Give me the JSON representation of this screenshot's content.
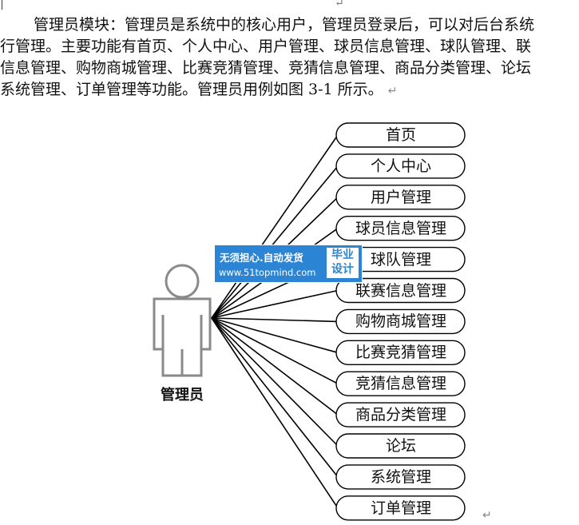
{
  "document": {
    "paragraph_lines": [
      "管理员模块：管理员是系统中的核心用户，管理员登录后，可以对后台系统",
      "行管理。主要功能有首页、个人中心、用户管理、球员信息管理、球队管理、联",
      "信息管理、购物商城管理、比赛竞猜管理、竞猜信息管理、商品分类管理、论坛",
      "系统管理、订单管理等功能。管理员用例如图 3-1 所示。"
    ],
    "paragraph_mark": "↵"
  },
  "diagram": {
    "actor_label": "管理员",
    "use_cases": [
      "首页",
      "个人中心",
      "用户管理",
      "球员信息管理",
      "球队管理",
      "联赛信息管理",
      "购物商城管理",
      "比赛竞猜管理",
      "竞猜信息管理",
      "商品分类管理",
      "论坛",
      "系统管理",
      "订单管理"
    ]
  },
  "watermark": {
    "line1": "无须担心.自动发货",
    "line2": "www.51topmind.com",
    "badge_top": "毕业",
    "badge_bottom": "设计"
  }
}
